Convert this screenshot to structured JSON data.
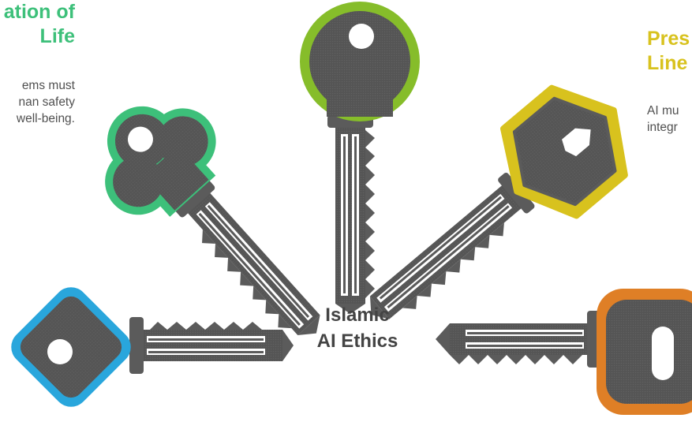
{
  "center": {
    "line1": "Islamic",
    "line2": "AI Ethics"
  },
  "cards": {
    "top_left": {
      "title_line1": "ation of",
      "title_line2": "Life",
      "desc_lines": [
        "ems must",
        "nan safety",
        "well-being."
      ],
      "color": "#3dc07a"
    },
    "top_right": {
      "title_line1": "Pres",
      "title_line2": "Line",
      "desc_lines": [
        "AI mu",
        "integr"
      ],
      "color": "#d8c21e"
    }
  },
  "key_colors": {
    "top_center": "#86bd2a",
    "upper_left": "#3dc07a",
    "upper_right": "#d8c21e",
    "lower_left": "#29a6dc",
    "lower_right": "#df7f26",
    "key_body": "#5b5b5b"
  }
}
